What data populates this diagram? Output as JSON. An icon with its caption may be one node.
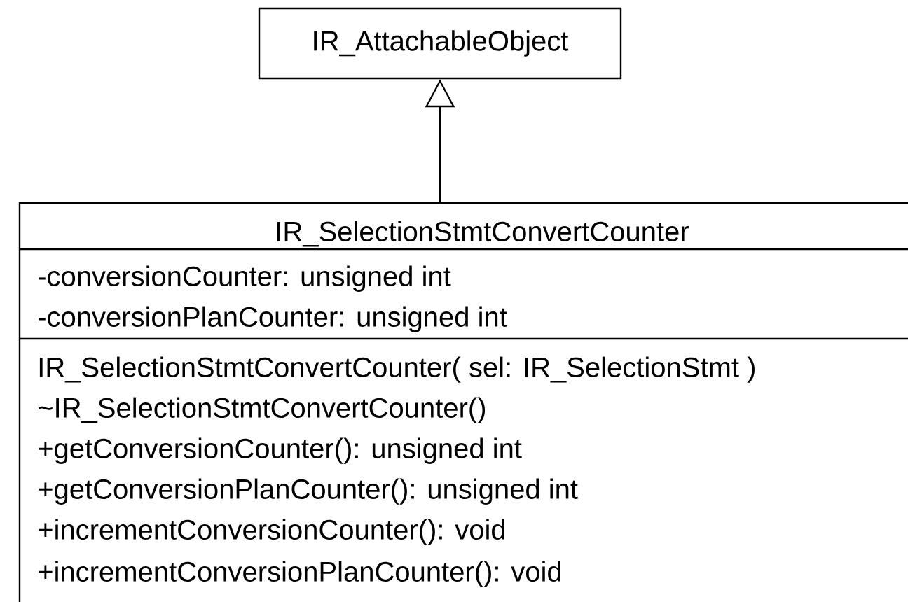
{
  "diagram": {
    "nodes": [
      {
        "text": [
          "IR_AttachableObject"
        ]
      },
      {
        "text": [
          "IR_SelectionStmtConvertCounter",
          "-conversionCounter: unsigned int",
          "-conversionPlanCounter: unsigned int",
          "IR_SelectionStmtConvertCounter( sel: IR_SelectionStmt )",
          "~IR_SelectionStmtConvertCounter()",
          "+getConversionCounter(): unsigned int",
          "+getConversionPlanCounter(): unsigned int",
          "+incrementConversionCounter(): void",
          "+incrementConversionPlanCounter(): void"
        ]
      }
    ],
    "edges": [
      {
        "from": 1,
        "to": 0,
        "arrow": "to"
      }
    ]
  }
}
